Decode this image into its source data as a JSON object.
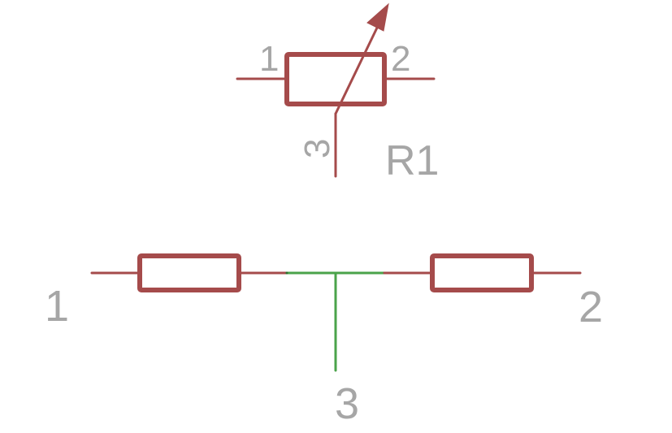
{
  "colors": {
    "symbol": "#a54b4b",
    "net": "#4aa34a",
    "text": "#a6a6a6",
    "background": "#ffffff"
  },
  "symbol": {
    "name": "R1",
    "type": "potentiometer",
    "pins": [
      {
        "number": "1",
        "label": "1"
      },
      {
        "number": "2",
        "label": "2"
      },
      {
        "number": "3",
        "label": "3"
      }
    ]
  },
  "equivalent": {
    "type": "two-resistor-divider",
    "pins": [
      {
        "number": "1",
        "label": "1"
      },
      {
        "number": "2",
        "label": "2"
      },
      {
        "number": "3",
        "label": "3"
      }
    ]
  }
}
